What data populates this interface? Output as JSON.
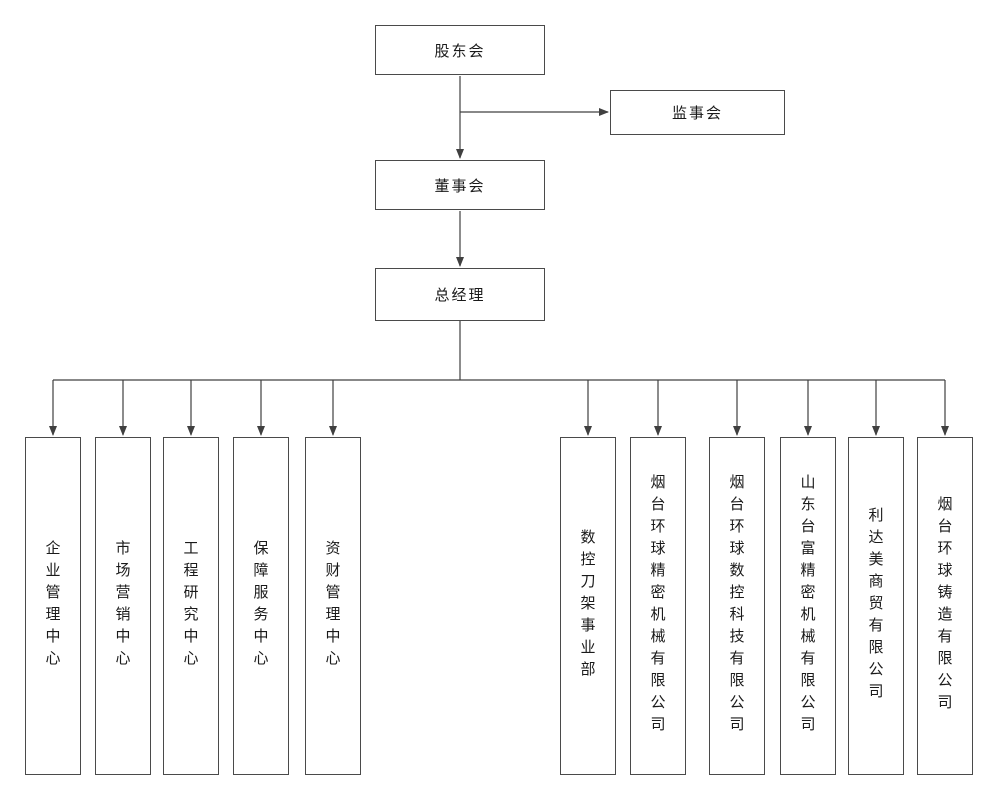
{
  "nodes": {
    "shareholders": "股东会",
    "supervisory": "监事会",
    "board": "董事会",
    "general_manager": "总经理"
  },
  "departments": [
    {
      "label": "企业管理中心"
    },
    {
      "label": "市场营销中心"
    },
    {
      "label": "工程研究中心"
    },
    {
      "label": "保障服务中心"
    },
    {
      "label": "资财管理中心"
    },
    {
      "label": "数控刀架事业部"
    },
    {
      "label": "烟台环球精密机械有限公司"
    },
    {
      "label": "烟台环球数控科技有限公司"
    },
    {
      "label": "山东台富精密机械有限公司"
    },
    {
      "label": "利达美商贸有限公司"
    },
    {
      "label": "烟台环球铸造有限公司"
    }
  ],
  "colors": {
    "line": "#404040",
    "box_border": "#4a4a4a",
    "text": "#1a1a1a",
    "background": "#ffffff"
  }
}
